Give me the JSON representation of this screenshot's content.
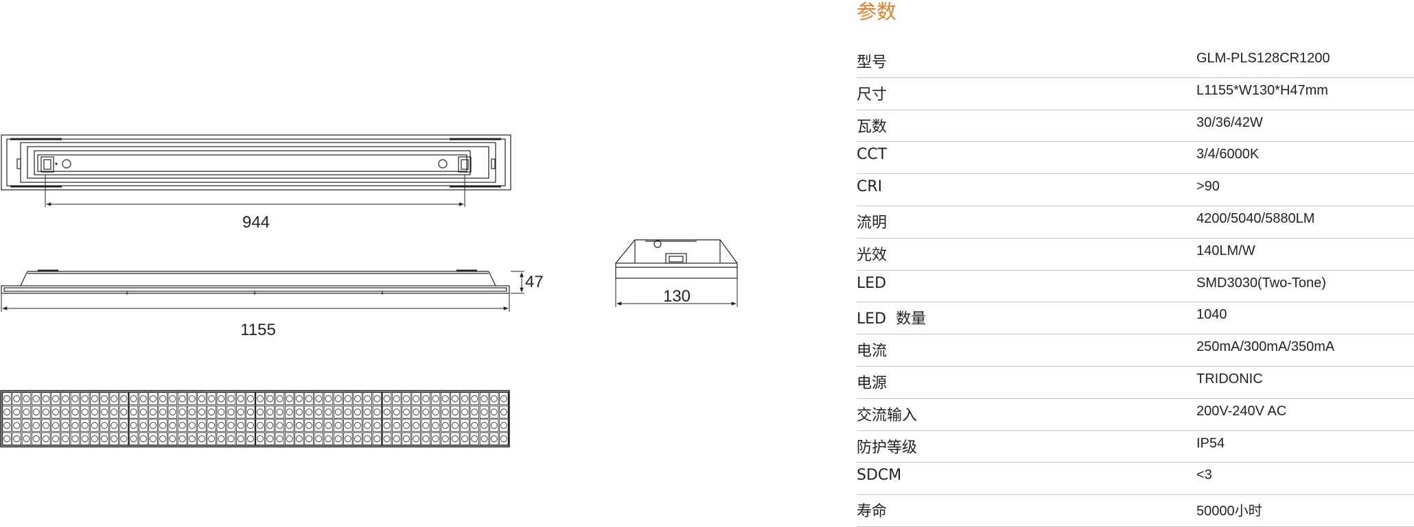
{
  "drawing": {
    "dimensions": {
      "led_pitch": "944",
      "height": "47",
      "length": "1155",
      "width": "130"
    },
    "led_grid": {
      "rows": 4,
      "modules": 4,
      "columns_per_module": 13
    }
  },
  "specs": {
    "title": "参数",
    "rows": [
      {
        "label": "型号",
        "value": "GLM-PLS128CR1200"
      },
      {
        "label": "尺寸",
        "value": "L1155*W130*H47mm"
      },
      {
        "label": "瓦数",
        "value": "30/36/42W"
      },
      {
        "label": "CCT",
        "value": "3/4/6000K"
      },
      {
        "label": "CRI",
        "value": ">90"
      },
      {
        "label": "流明",
        "value": "4200/5040/5880LM"
      },
      {
        "label": "光效",
        "value": "140LM/W"
      },
      {
        "label": "LED",
        "value": "SMD3030(Two-Tone)"
      },
      {
        "label": "LED  数量",
        "value": "1040"
      },
      {
        "label": "电流",
        "value": "250mA/300mA/350mA"
      },
      {
        "label": "电源",
        "value": "TRIDONIC"
      },
      {
        "label": "交流输入",
        "value": "200V-240V AC"
      },
      {
        "label": "防护等级",
        "value": "IP54"
      },
      {
        "label": "SDCM",
        "value": "<3"
      },
      {
        "label": "寿命",
        "value": "50000小时"
      }
    ]
  }
}
